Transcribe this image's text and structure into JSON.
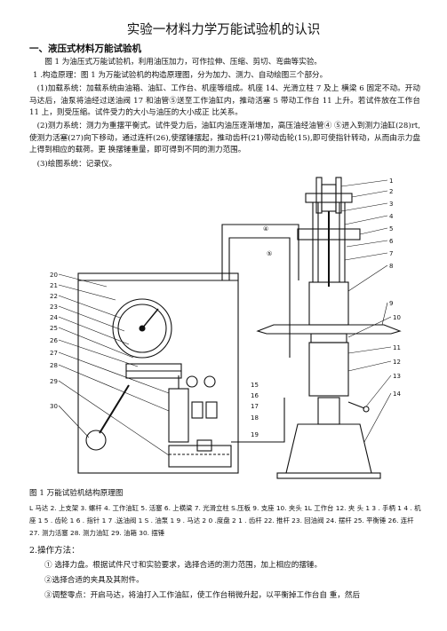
{
  "document": {
    "title": "实验一材料力学万能试验机的认识",
    "section1": "一、液压式材料万能试验机",
    "intro": "图 1 为油压式万能试验机，利用油压加力，可作拉伸、压缩、剪切、弯曲等实验。",
    "principle": "1 .构造原理：图 1 为万能试验机的构造原理图，分为加力、测力、自动绘图三个部分。",
    "loading": "(1)加载系统：加载系统由油箱、油缸、工作台、机座等组成。机座 14、光滑立柱 7 及上 横梁 6 固定不动。开动马达后，油泵将油经过送油阀 17 和油管⑤送至工作油缸内，推动活塞 5 带动工作台 11 上升。若试件放在工作台 11 上，则受压缩。试件受力的大小与油压的大小成正 比关系。",
    "measuring": "(2)测力系统：测力为重摆平衡式。试件受力后，油缸内油压逐渐增加，高压油经油管④ ⑤进入到测力油缸(28)rt,使测力活塞(27)向下移动，通过连杆(26),使摆锤摆起，推动齿杆(21)带动齿轮(15),即可使指针转动，从而由示力盘上得到相应的载荷。更 换摆锤重量，即可得到不同的测力范围。",
    "plotting": "(3)绘图系统：记录仪。",
    "figure_caption": "图 1 万能试验机结构原理图",
    "legend": "L 马达 2. 上支架 3. 螺杆 4. 工作油缸 5. 活塞 6. 上横梁 7. 光滑立柱 S.压板 9. 支座 10. 夹头 1L 工作台 12. 夹 头 1 3 . 手柄 1 4 . 机座 1 5 . 齿轮 1 6 . 指针 1 7 .送油阀 1 S . 油泵 1 9 . 马达 2 0 .度盘 2 1 . 齿杆 22. 推杆 23. 回油阀 24. 摆杆 25. 平衡锤 26. 连杆 27. 测力活塞 28. 测力油缸 29. 油箱 30. 摆锤",
    "ops_title": "2.操作方法：",
    "steps": [
      "①  选择力盘。根据试件尺寸和实验要求，选择合适的测力范围，加上相应的摆锤。",
      "②选择合适的夹具及其附件。",
      "③调整零点：开启马达，将油打入工作油缸，使工作台稍微升起，以平衡掉工作台自  重，然后"
    ]
  },
  "diagram": {
    "labels_left": [
      "20",
      "21",
      "22",
      "23",
      "24",
      "25",
      "26",
      "27",
      "28",
      "29",
      "30"
    ],
    "labels_mid": [
      "15",
      "16",
      "17",
      "18",
      "19"
    ],
    "labels_right": [
      "1",
      "2",
      "3",
      "4",
      "5",
      "6",
      "7",
      "8",
      "9",
      "10",
      "11",
      "12",
      "13",
      "14"
    ],
    "pipe_labels": [
      "④",
      "⑤"
    ]
  }
}
